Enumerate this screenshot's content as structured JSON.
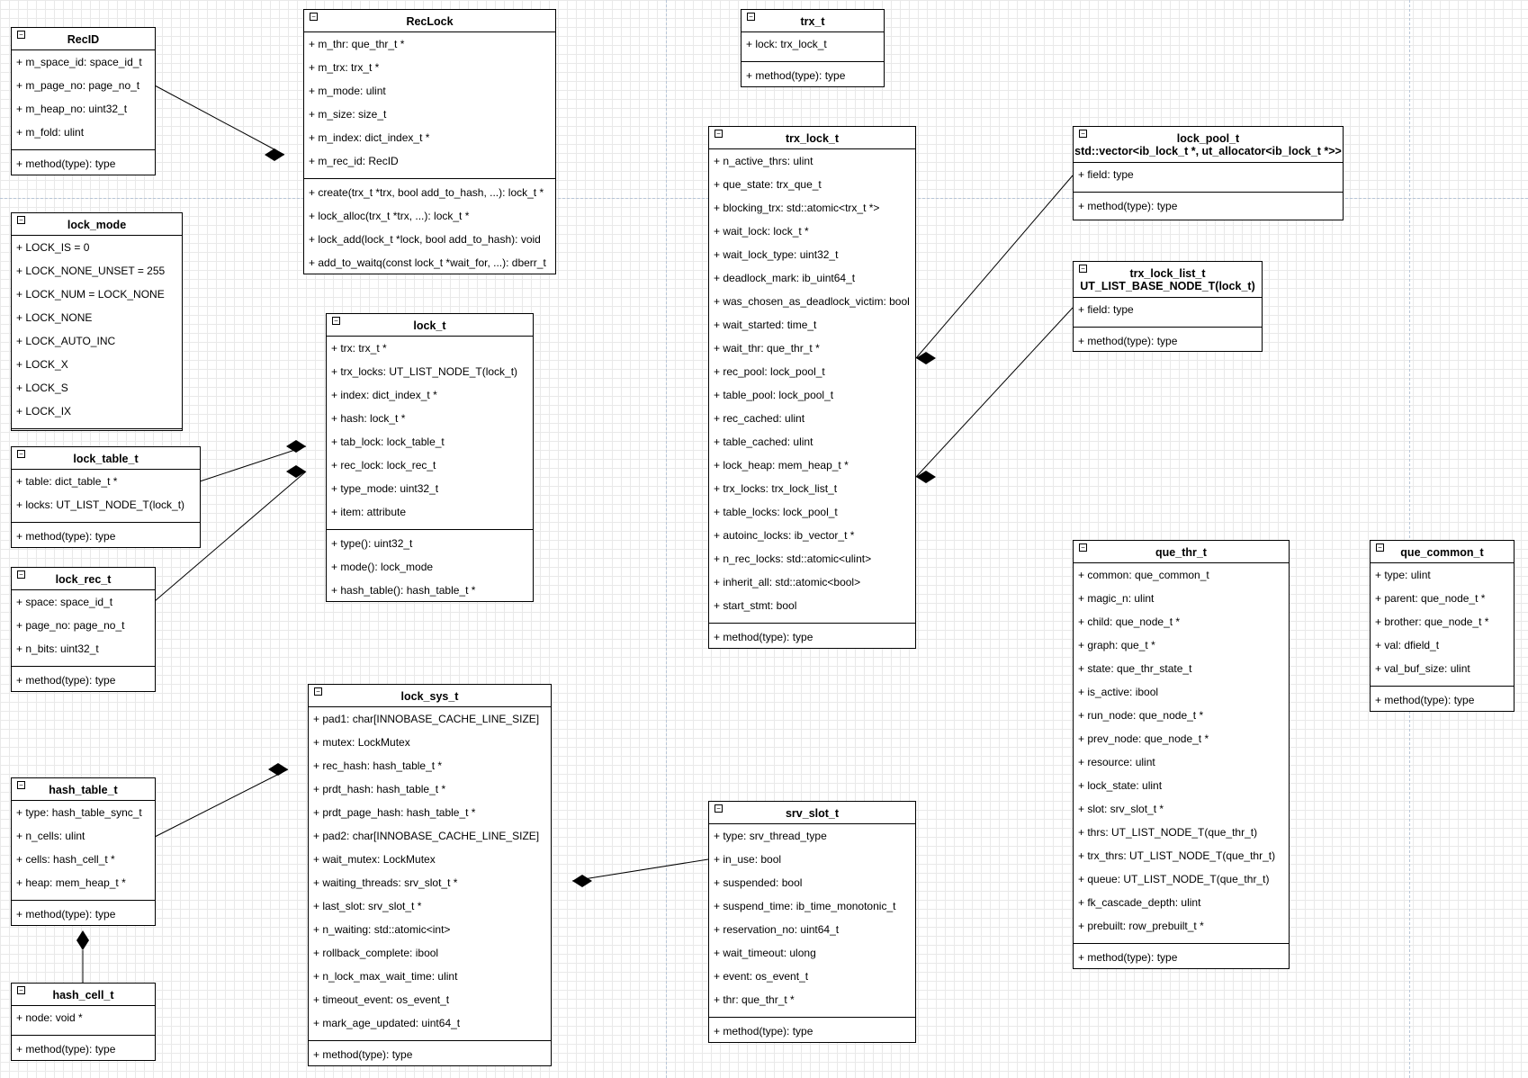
{
  "classes": {
    "RecID": {
      "title": "RecID",
      "fields": [
        "+ m_space_id: space_id_t",
        "+ m_page_no: page_no_t",
        "+ m_heap_no: uint32_t",
        "+ m_fold: ulint"
      ],
      "methods": [
        "+ method(type): type"
      ]
    },
    "RecLock": {
      "title": "RecLock",
      "fields": [
        "+ m_thr: que_thr_t *",
        "+ m_trx: trx_t *",
        "+ m_mode: ulint",
        "+ m_size: size_t",
        "+ m_index: dict_index_t *",
        "+ m_rec_id: RecID"
      ],
      "methods": [
        "+ create(trx_t *trx, bool add_to_hash, ...): lock_t *",
        "+ lock_alloc(trx_t *trx, ...): lock_t *",
        "+ lock_add(lock_t *lock, bool add_to_hash): void",
        "+ add_to_waitq(const lock_t *wait_for, ...): dberr_t"
      ]
    },
    "trx_t": {
      "title": "trx_t",
      "fields": [
        "+ lock: trx_lock_t"
      ],
      "methods": [
        "+ method(type): type"
      ]
    },
    "trx_lock_t": {
      "title": "trx_lock_t",
      "fields": [
        "+ n_active_thrs: ulint",
        "+ que_state: trx_que_t",
        "+ blocking_trx: std::atomic<trx_t *>",
        "+ wait_lock: lock_t *",
        "+ wait_lock_type: uint32_t",
        "+ deadlock_mark: ib_uint64_t",
        "+ was_chosen_as_deadlock_victim: bool",
        "+ wait_started: time_t",
        "+ wait_thr: que_thr_t *",
        "+ rec_pool: lock_pool_t",
        "+ table_pool: lock_pool_t",
        "+ rec_cached: ulint",
        "+ table_cached: ulint",
        "+ lock_heap: mem_heap_t *",
        "+ trx_locks: trx_lock_list_t",
        "+ table_locks: lock_pool_t",
        "+ autoinc_locks: ib_vector_t *",
        "+ n_rec_locks: std::atomic<ulint>",
        "+ inherit_all: std::atomic<bool>",
        "+ start_stmt: bool"
      ],
      "methods": [
        "+ method(type): type"
      ]
    },
    "lock_pool_t": {
      "title": "lock_pool_t\nstd::vector<ib_lock_t *, ut_allocator<ib_lock_t *>>",
      "fields": [
        "+ field: type"
      ],
      "methods": [
        "+ method(type): type"
      ]
    },
    "trx_lock_list_t": {
      "title": "trx_lock_list_t\nUT_LIST_BASE_NODE_T(lock_t)",
      "fields": [
        "+ field: type"
      ],
      "methods": [
        "+ method(type): type"
      ]
    },
    "lock_mode": {
      "title": "lock_mode",
      "fields": [
        "+ LOCK_IS = 0",
        "+ LOCK_NONE_UNSET = 255",
        "+ LOCK_NUM = LOCK_NONE",
        "+ LOCK_NONE",
        "+ LOCK_AUTO_INC",
        "+ LOCK_X",
        "+ LOCK_S",
        "+ LOCK_IX"
      ],
      "methods": []
    },
    "lock_t": {
      "title": "lock_t",
      "fields": [
        "+ trx: trx_t *",
        "+ trx_locks: UT_LIST_NODE_T(lock_t)",
        "+ index: dict_index_t *",
        "+ hash: lock_t *",
        "+ tab_lock: lock_table_t",
        "+ rec_lock: lock_rec_t",
        "+ type_mode: uint32_t",
        "+ item: attribute"
      ],
      "methods": [
        "+ type(): uint32_t",
        "+ mode(): lock_mode",
        "+ hash_table(): hash_table_t *"
      ]
    },
    "lock_table_t": {
      "title": "lock_table_t",
      "fields": [
        "+ table: dict_table_t *",
        "+ locks: UT_LIST_NODE_T(lock_t)"
      ],
      "methods": [
        "+ method(type): type"
      ]
    },
    "lock_rec_t": {
      "title": "lock_rec_t",
      "fields": [
        "+ space: space_id_t",
        "+ page_no: page_no_t",
        "+ n_bits: uint32_t"
      ],
      "methods": [
        "+ method(type): type"
      ]
    },
    "lock_sys_t": {
      "title": "lock_sys_t",
      "fields": [
        "+ pad1: char[INNOBASE_CACHE_LINE_SIZE]",
        "+ mutex: LockMutex",
        "+ rec_hash: hash_table_t *",
        "+ prdt_hash: hash_table_t *",
        "+ prdt_page_hash: hash_table_t *",
        "+ pad2: char[INNOBASE_CACHE_LINE_SIZE]",
        "+ wait_mutex: LockMutex",
        "+ waiting_threads: srv_slot_t *",
        "+ last_slot: srv_slot_t *",
        "+ n_waiting: std::atomic<int>",
        "+ rollback_complete: ibool",
        "+ n_lock_max_wait_time: ulint",
        "+ timeout_event: os_event_t",
        "+ mark_age_updated: uint64_t"
      ],
      "methods": [
        "+ method(type): type"
      ]
    },
    "hash_table_t": {
      "title": "hash_table_t",
      "fields": [
        "+ type: hash_table_sync_t",
        "+ n_cells: ulint",
        "+ cells: hash_cell_t *",
        "+ heap: mem_heap_t *"
      ],
      "methods": [
        "+ method(type): type"
      ]
    },
    "hash_cell_t": {
      "title": "hash_cell_t",
      "fields": [
        "+ node: void *"
      ],
      "methods": [
        "+ method(type): type"
      ]
    },
    "srv_slot_t": {
      "title": "srv_slot_t",
      "fields": [
        "+ type: srv_thread_type",
        "+ in_use: bool",
        "+ suspended: bool",
        "+ suspend_time: ib_time_monotonic_t",
        "+ reservation_no: uint64_t",
        "+ wait_timeout: ulong",
        "+ event: os_event_t",
        "+ thr: que_thr_t *"
      ],
      "methods": [
        "+ method(type): type"
      ]
    },
    "que_thr_t": {
      "title": "que_thr_t",
      "fields": [
        "+ common: que_common_t",
        "+ magic_n: ulint",
        "+ child: que_node_t *",
        "+ graph: que_t *",
        "+ state: que_thr_state_t",
        "+ is_active: ibool",
        "+ run_node: que_node_t *",
        "+ prev_node: que_node_t *",
        "+ resource: ulint",
        "+ lock_state: ulint",
        "+ slot: srv_slot_t *",
        "+ thrs: UT_LIST_NODE_T(que_thr_t)",
        "+ trx_thrs: UT_LIST_NODE_T(que_thr_t)",
        "+ queue: UT_LIST_NODE_T(que_thr_t)",
        "+ fk_cascade_depth: ulint",
        "+ prebuilt: row_prebuilt_t *"
      ],
      "methods": [
        "+ method(type): type"
      ]
    },
    "que_common_t": {
      "title": "que_common_t",
      "fields": [
        "+ type: ulint",
        "+ parent: que_node_t *",
        "+ brother: que_node_t *",
        "+ val: dfield_t",
        "+ val_buf_size: ulint"
      ],
      "methods": [
        "+ method(type): type"
      ]
    }
  },
  "relations": [
    {
      "from": "RecID",
      "to": "RecLock",
      "kind": "composition"
    },
    {
      "from": "lock_pool_t",
      "to": "trx_lock_t",
      "kind": "composition"
    },
    {
      "from": "trx_lock_list_t",
      "to": "trx_lock_t",
      "kind": "composition"
    },
    {
      "from": "lock_table_t",
      "to": "lock_t",
      "kind": "composition"
    },
    {
      "from": "lock_rec_t",
      "to": "lock_t",
      "kind": "composition"
    },
    {
      "from": "hash_table_t",
      "to": "lock_sys_t",
      "kind": "composition"
    },
    {
      "from": "hash_cell_t",
      "to": "hash_table_t",
      "kind": "composition"
    },
    {
      "from": "srv_slot_t",
      "to": "lock_sys_t",
      "kind": "composition"
    }
  ]
}
